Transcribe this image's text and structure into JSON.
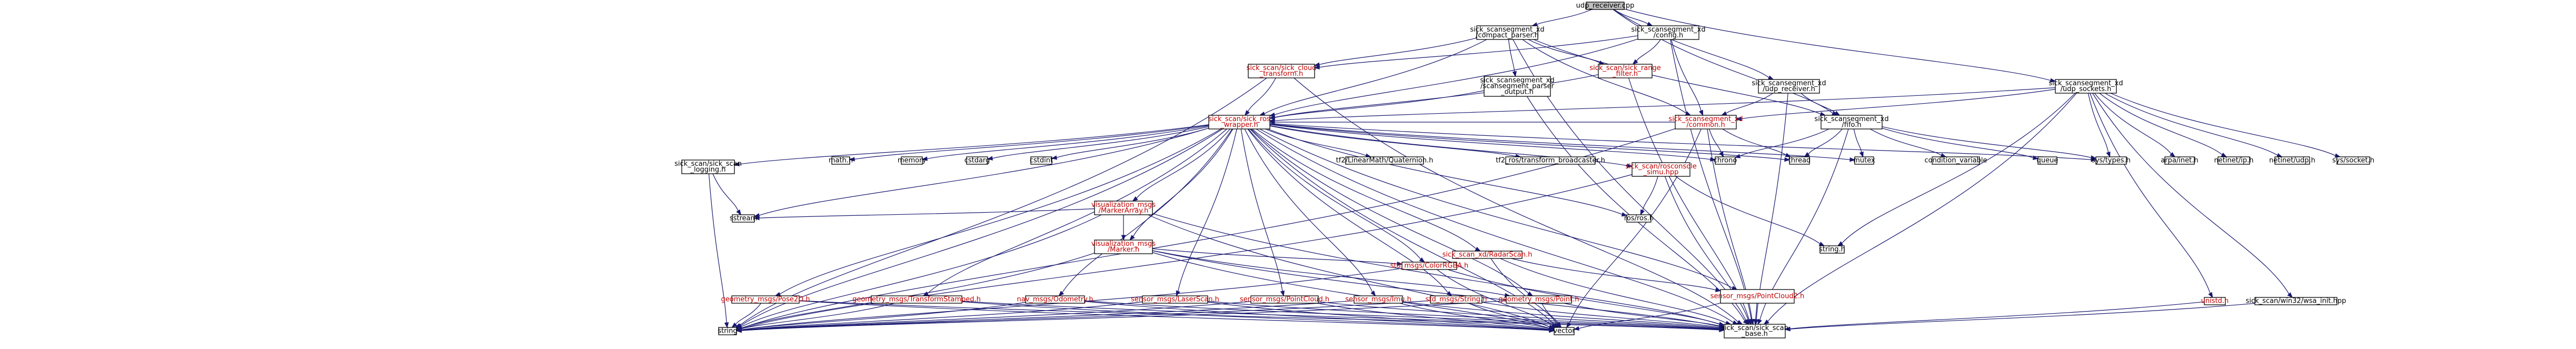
{
  "graph": {
    "title": "udp_receiver.cpp",
    "colors": {
      "edge": "#191970",
      "root_fill": "#bfbfbf",
      "node_fill": "#ffffff",
      "node_border": "#000000",
      "link_text": "#000000",
      "incomplete_text": "#c00000",
      "incomplete_border": "#c00000"
    },
    "nodes": [
      {
        "id": "udp_receiver_cpp",
        "lines": [
          "udp_receiver.cpp"
        ],
        "style": "root"
      },
      {
        "id": "compact_parser_h",
        "lines": [
          "sick_scansegment_xd",
          "/compact_parser.h"
        ],
        "style": "normal"
      },
      {
        "id": "config_h",
        "lines": [
          "sick_scansegment_xd",
          "/config.h"
        ],
        "style": "normal"
      },
      {
        "id": "udp_receiver_h",
        "lines": [
          "sick_scansegment_xd",
          "/udp_receiver.h"
        ],
        "style": "normal"
      },
      {
        "id": "udp_sockets_h",
        "lines": [
          "sick_scansegment_xd",
          "/udp_sockets.h"
        ],
        "style": "normal"
      },
      {
        "id": "sick_cloud_transform_h",
        "lines": [
          "sick_scan/sick_cloud",
          "_transform.h"
        ],
        "style": "red"
      },
      {
        "id": "scansegment_parser_output_h",
        "lines": [
          "sick_scansegment_xd",
          "/scansegment_parser",
          "_output.h"
        ],
        "style": "normal"
      },
      {
        "id": "sick_range_filter_h",
        "lines": [
          "sick_scan/sick_range",
          "_filter.h"
        ],
        "style": "red"
      },
      {
        "id": "sick_ros_wrapper_h",
        "lines": [
          "sick_scan/sick_ros",
          "_wrapper.h"
        ],
        "style": "red"
      },
      {
        "id": "common_h",
        "lines": [
          "sick_scansegment_xd",
          "/common.h"
        ],
        "style": "red"
      },
      {
        "id": "fifo_h",
        "lines": [
          "sick_scansegment_xd",
          "/fifo.h"
        ],
        "style": "normal"
      },
      {
        "id": "sick_scan_logging_h",
        "lines": [
          "sick_scan/sick_scan",
          "_logging.h"
        ],
        "style": "normal"
      },
      {
        "id": "math_h",
        "lines": [
          "math.h"
        ],
        "style": "normal"
      },
      {
        "id": "memory",
        "lines": [
          "memory"
        ],
        "style": "normal"
      },
      {
        "id": "cstdarg",
        "lines": [
          "cstdarg"
        ],
        "style": "normal"
      },
      {
        "id": "cstdint",
        "lines": [
          "cstdint"
        ],
        "style": "normal"
      },
      {
        "id": "tf2_quaternion_h",
        "lines": [
          "tf2/LinearMath/Quaternion.h"
        ],
        "style": "normal"
      },
      {
        "id": "tf2_broadcaster",
        "lines": [
          "tf2_ros/transform_broadcaster.h"
        ],
        "style": "normal"
      },
      {
        "id": "rosconsole_simu_hpp",
        "lines": [
          "sick_scan/rosconsole",
          "_simu.hpp"
        ],
        "style": "red"
      },
      {
        "id": "chrono",
        "lines": [
          "chrono"
        ],
        "style": "normal"
      },
      {
        "id": "thread",
        "lines": [
          "thread"
        ],
        "style": "normal"
      },
      {
        "id": "mutex",
        "lines": [
          "mutex"
        ],
        "style": "normal"
      },
      {
        "id": "condition_variable",
        "lines": [
          "condition_variable"
        ],
        "style": "normal"
      },
      {
        "id": "queue",
        "lines": [
          "queue"
        ],
        "style": "normal"
      },
      {
        "id": "sys_types_h",
        "lines": [
          "sys/types.h"
        ],
        "style": "normal"
      },
      {
        "id": "arpa_inet_h",
        "lines": [
          "arpa/inet.h"
        ],
        "style": "normal"
      },
      {
        "id": "netinet_ip_h",
        "lines": [
          "netinet/ip.h"
        ],
        "style": "normal"
      },
      {
        "id": "netinet_udp_h",
        "lines": [
          "netinet/udp.h"
        ],
        "style": "normal"
      },
      {
        "id": "sys_socket_h",
        "lines": [
          "sys/socket.h"
        ],
        "style": "normal"
      },
      {
        "id": "unistd_h",
        "lines": [
          "unistd.h"
        ],
        "style": "red"
      },
      {
        "id": "wsa_init_hpp",
        "lines": [
          "sick_scan/win32/wsa_init.hpp"
        ],
        "style": "normal"
      },
      {
        "id": "viz_markerarray_h",
        "lines": [
          "visualization_msgs",
          "/MarkerArray.h"
        ],
        "style": "red"
      },
      {
        "id": "viz_marker_h",
        "lines": [
          "visualization_msgs",
          "/Marker.h"
        ],
        "style": "red"
      },
      {
        "id": "sstream",
        "lines": [
          "sstream"
        ],
        "style": "normal"
      },
      {
        "id": "ros_ros_h",
        "lines": [
          "ros/ros.h"
        ],
        "style": "normal"
      },
      {
        "id": "string_h",
        "lines": [
          "string.h"
        ],
        "style": "normal"
      },
      {
        "id": "radarscan_h",
        "lines": [
          "sick_scan_xd/RadarScan.h"
        ],
        "style": "red"
      },
      {
        "id": "pointcloud2_h",
        "lines": [
          "sensor_msgs/PointCloud2.h"
        ],
        "style": "red"
      },
      {
        "id": "pose2d_h",
        "lines": [
          "geometry_msgs/Pose2D.h"
        ],
        "style": "red"
      },
      {
        "id": "transformstamped_h",
        "lines": [
          "geometry_msgs/TransformStamped.h"
        ],
        "style": "red"
      },
      {
        "id": "odometry_h",
        "lines": [
          "nav_msgs/Odometry.h"
        ],
        "style": "red"
      },
      {
        "id": "laserscan_h",
        "lines": [
          "sensor_msgs/LaserScan.h"
        ],
        "style": "red"
      },
      {
        "id": "pointcloud_h",
        "lines": [
          "sensor_msgs/PointCloud.h"
        ],
        "style": "red"
      },
      {
        "id": "imu_h",
        "lines": [
          "sensor_msgs/Imu.h"
        ],
        "style": "red"
      },
      {
        "id": "std_string_h",
        "lines": [
          "std_msgs/String.h"
        ],
        "style": "red"
      },
      {
        "id": "point_h",
        "lines": [
          "geometry_msgs/Point.h"
        ],
        "style": "red"
      },
      {
        "id": "colorrgba_h",
        "lines": [
          "std_msgs/ColorRGBA.h"
        ],
        "style": "red"
      },
      {
        "id": "string",
        "lines": [
          "string"
        ],
        "style": "normal"
      },
      {
        "id": "vector",
        "lines": [
          "vector"
        ],
        "style": "normal"
      },
      {
        "id": "sick_scan_base_h",
        "lines": [
          "sick_scan/sick_scan",
          "_base.h"
        ],
        "style": "normal"
      }
    ],
    "edges": [
      [
        "udp_receiver_cpp",
        "compact_parser_h"
      ],
      [
        "udp_receiver_cpp",
        "config_h"
      ],
      [
        "udp_receiver_cpp",
        "udp_receiver_h"
      ],
      [
        "udp_receiver_cpp",
        "udp_sockets_h"
      ],
      [
        "udp_receiver_cpp",
        "fifo_h"
      ],
      [
        "compact_parser_h",
        "sick_cloud_transform_h"
      ],
      [
        "compact_parser_h",
        "scansegment_parser_output_h"
      ],
      [
        "compact_parser_h",
        "sick_range_filter_h"
      ],
      [
        "compact_parser_h",
        "sick_ros_wrapper_h"
      ],
      [
        "compact_parser_h",
        "common_h"
      ],
      [
        "compact_parser_h",
        "fifo_h"
      ],
      [
        "compact_parser_h",
        "sick_scan_base_h"
      ],
      [
        "config_h",
        "sick_cloud_transform_h"
      ],
      [
        "config_h",
        "sick_range_filter_h"
      ],
      [
        "config_h",
        "sick_ros_wrapper_h"
      ],
      [
        "config_h",
        "common_h"
      ],
      [
        "config_h",
        "sick_scan_base_h"
      ],
      [
        "udp_receiver_h",
        "common_h"
      ],
      [
        "udp_receiver_h",
        "fifo_h"
      ],
      [
        "udp_receiver_h",
        "sick_scan_base_h"
      ],
      [
        "udp_sockets_h",
        "common_h"
      ],
      [
        "udp_sockets_h",
        "sick_ros_wrapper_h"
      ],
      [
        "udp_sockets_h",
        "arpa_inet_h"
      ],
      [
        "udp_sockets_h",
        "netinet_ip_h"
      ],
      [
        "udp_sockets_h",
        "netinet_udp_h"
      ],
      [
        "udp_sockets_h",
        "sys_socket_h"
      ],
      [
        "udp_sockets_h",
        "sys_types_h"
      ],
      [
        "udp_sockets_h",
        "unistd_h"
      ],
      [
        "udp_sockets_h",
        "wsa_init_hpp"
      ],
      [
        "udp_sockets_h",
        "string_h"
      ],
      [
        "udp_sockets_h",
        "sick_scan_base_h"
      ],
      [
        "sick_cloud_transform_h",
        "sick_ros_wrapper_h"
      ],
      [
        "sick_cloud_transform_h",
        "string"
      ],
      [
        "sick_cloud_transform_h",
        "sick_scan_base_h"
      ],
      [
        "scansegment_parser_output_h",
        "sick_ros_wrapper_h"
      ],
      [
        "scansegment_parser_output_h",
        "sick_scan_base_h"
      ],
      [
        "sick_range_filter_h",
        "sick_ros_wrapper_h"
      ],
      [
        "sick_range_filter_h",
        "sick_scan_base_h"
      ],
      [
        "common_h",
        "sick_ros_wrapper_h"
      ],
      [
        "common_h",
        "chrono"
      ],
      [
        "common_h",
        "thread"
      ],
      [
        "common_h",
        "vector"
      ],
      [
        "common_h",
        "string"
      ],
      [
        "common_h",
        "sick_scan_base_h"
      ],
      [
        "fifo_h",
        "chrono"
      ],
      [
        "fifo_h",
        "thread"
      ],
      [
        "fifo_h",
        "mutex"
      ],
      [
        "fifo_h",
        "condition_variable"
      ],
      [
        "fifo_h",
        "queue"
      ],
      [
        "fifo_h",
        "sys_types_h"
      ],
      [
        "fifo_h",
        "sick_scan_base_h"
      ],
      [
        "sick_ros_wrapper_h",
        "sick_scan_logging_h"
      ],
      [
        "sick_ros_wrapper_h",
        "math_h"
      ],
      [
        "sick_ros_wrapper_h",
        "memory"
      ],
      [
        "sick_ros_wrapper_h",
        "cstdarg"
      ],
      [
        "sick_ros_wrapper_h",
        "cstdint"
      ],
      [
        "sick_ros_wrapper_h",
        "tf2_quaternion_h"
      ],
      [
        "sick_ros_wrapper_h",
        "tf2_broadcaster"
      ],
      [
        "sick_ros_wrapper_h",
        "rosconsole_simu_hpp"
      ],
      [
        "sick_ros_wrapper_h",
        "chrono"
      ],
      [
        "sick_ros_wrapper_h",
        "thread"
      ],
      [
        "sick_ros_wrapper_h",
        "mutex"
      ],
      [
        "sick_ros_wrapper_h",
        "sys_types_h"
      ],
      [
        "sick_ros_wrapper_h",
        "sstream"
      ],
      [
        "sick_ros_wrapper_h",
        "viz_markerarray_h"
      ],
      [
        "sick_ros_wrapper_h",
        "viz_marker_h"
      ],
      [
        "sick_ros_wrapper_h",
        "ros_ros_h"
      ],
      [
        "sick_ros_wrapper_h",
        "radarscan_h"
      ],
      [
        "sick_ros_wrapper_h",
        "pointcloud2_h"
      ],
      [
        "sick_ros_wrapper_h",
        "pose2d_h"
      ],
      [
        "sick_ros_wrapper_h",
        "transformstamped_h"
      ],
      [
        "sick_ros_wrapper_h",
        "odometry_h"
      ],
      [
        "sick_ros_wrapper_h",
        "laserscan_h"
      ],
      [
        "sick_ros_wrapper_h",
        "pointcloud_h"
      ],
      [
        "sick_ros_wrapper_h",
        "imu_h"
      ],
      [
        "sick_ros_wrapper_h",
        "std_string_h"
      ],
      [
        "sick_ros_wrapper_h",
        "point_h"
      ],
      [
        "sick_ros_wrapper_h",
        "colorrgba_h"
      ],
      [
        "sick_ros_wrapper_h",
        "string"
      ],
      [
        "sick_ros_wrapper_h",
        "vector"
      ],
      [
        "sick_ros_wrapper_h",
        "sick_scan_base_h"
      ],
      [
        "sick_scan_logging_h",
        "sstream"
      ],
      [
        "sick_scan_logging_h",
        "string"
      ],
      [
        "rosconsole_simu_hpp",
        "ros_ros_h"
      ],
      [
        "rosconsole_simu_hpp",
        "string_h"
      ],
      [
        "rosconsole_simu_hpp",
        "string"
      ],
      [
        "rosconsole_simu_hpp",
        "sick_scan_base_h"
      ],
      [
        "viz_markerarray_h",
        "viz_marker_h"
      ],
      [
        "viz_markerarray_h",
        "sstream"
      ],
      [
        "viz_markerarray_h",
        "string"
      ],
      [
        "viz_markerarray_h",
        "vector"
      ],
      [
        "viz_markerarray_h",
        "sick_scan_base_h"
      ],
      [
        "viz_marker_h",
        "point_h"
      ],
      [
        "viz_marker_h",
        "colorrgba_h"
      ],
      [
        "viz_marker_h",
        "string"
      ],
      [
        "viz_marker_h",
        "vector"
      ],
      [
        "viz_marker_h",
        "sick_scan_base_h"
      ],
      [
        "radarscan_h",
        "pointcloud2_h"
      ],
      [
        "radarscan_h",
        "vector"
      ],
      [
        "radarscan_h",
        "sick_scan_base_h"
      ],
      [
        "pointcloud2_h",
        "vector"
      ],
      [
        "pointcloud2_h",
        "sick_scan_base_h"
      ],
      [
        "pose2d_h",
        "string"
      ],
      [
        "pose2d_h",
        "vector"
      ],
      [
        "pose2d_h",
        "sick_scan_base_h"
      ],
      [
        "transformstamped_h",
        "string"
      ],
      [
        "transformstamped_h",
        "vector"
      ],
      [
        "transformstamped_h",
        "sick_scan_base_h"
      ],
      [
        "odometry_h",
        "string"
      ],
      [
        "odometry_h",
        "vector"
      ],
      [
        "odometry_h",
        "sick_scan_base_h"
      ],
      [
        "laserscan_h",
        "string"
      ],
      [
        "laserscan_h",
        "vector"
      ],
      [
        "laserscan_h",
        "sick_scan_base_h"
      ],
      [
        "pointcloud_h",
        "string"
      ],
      [
        "pointcloud_h",
        "vector"
      ],
      [
        "pointcloud_h",
        "sick_scan_base_h"
      ],
      [
        "imu_h",
        "string"
      ],
      [
        "imu_h",
        "vector"
      ],
      [
        "imu_h",
        "sick_scan_base_h"
      ],
      [
        "std_string_h",
        "string"
      ],
      [
        "std_string_h",
        "vector"
      ],
      [
        "std_string_h",
        "sick_scan_base_h"
      ],
      [
        "point_h",
        "string"
      ],
      [
        "point_h",
        "vector"
      ],
      [
        "point_h",
        "sick_scan_base_h"
      ],
      [
        "colorrgba_h",
        "string"
      ],
      [
        "colorrgba_h",
        "vector"
      ],
      [
        "colorrgba_h",
        "sick_scan_base_h"
      ],
      [
        "unistd_h",
        "sick_scan_base_h"
      ],
      [
        "wsa_init_hpp",
        "sick_scan_base_h"
      ]
    ]
  }
}
